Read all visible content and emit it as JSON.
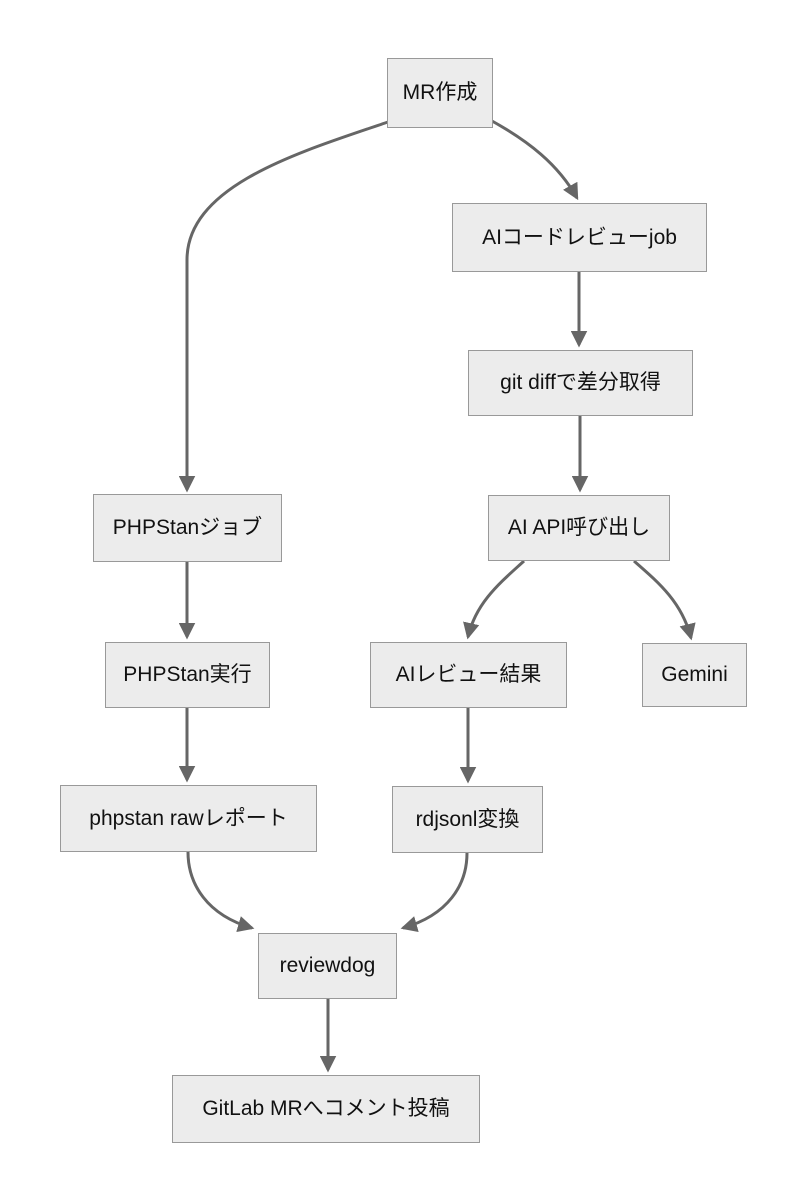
{
  "diagram": {
    "type": "flowchart",
    "direction": "top-down",
    "nodes": {
      "mr_create": {
        "label": "MR作成"
      },
      "ai_code_review_job": {
        "label": "AIコードレビューjob"
      },
      "git_diff": {
        "label": "git diffで差分取得"
      },
      "ai_api_call": {
        "label": "AI API呼び出し"
      },
      "phpstan_job": {
        "label": "PHPStanジョブ"
      },
      "phpstan_run": {
        "label": "PHPStan実行"
      },
      "phpstan_raw_report": {
        "label": "phpstan rawレポート"
      },
      "ai_review_result": {
        "label": "AIレビュー結果"
      },
      "gemini": {
        "label": "Gemini"
      },
      "rdjsonl_convert": {
        "label": "rdjsonl変換"
      },
      "reviewdog": {
        "label": "reviewdog"
      },
      "gitlab_post": {
        "label": "GitLab MRへコメント投稿"
      }
    },
    "edges": [
      {
        "from": "mr_create",
        "to": "phpstan_job"
      },
      {
        "from": "mr_create",
        "to": "ai_code_review_job"
      },
      {
        "from": "ai_code_review_job",
        "to": "git_diff"
      },
      {
        "from": "git_diff",
        "to": "ai_api_call"
      },
      {
        "from": "ai_api_call",
        "to": "ai_review_result"
      },
      {
        "from": "ai_api_call",
        "to": "gemini"
      },
      {
        "from": "phpstan_job",
        "to": "phpstan_run"
      },
      {
        "from": "phpstan_run",
        "to": "phpstan_raw_report"
      },
      {
        "from": "ai_review_result",
        "to": "rdjsonl_convert"
      },
      {
        "from": "phpstan_raw_report",
        "to": "reviewdog"
      },
      {
        "from": "rdjsonl_convert",
        "to": "reviewdog"
      },
      {
        "from": "reviewdog",
        "to": "gitlab_post"
      }
    ],
    "colors": {
      "node_fill": "#ececec",
      "node_border": "#999999",
      "edge": "#666666",
      "text": "#111111",
      "background": "#ffffff"
    }
  }
}
